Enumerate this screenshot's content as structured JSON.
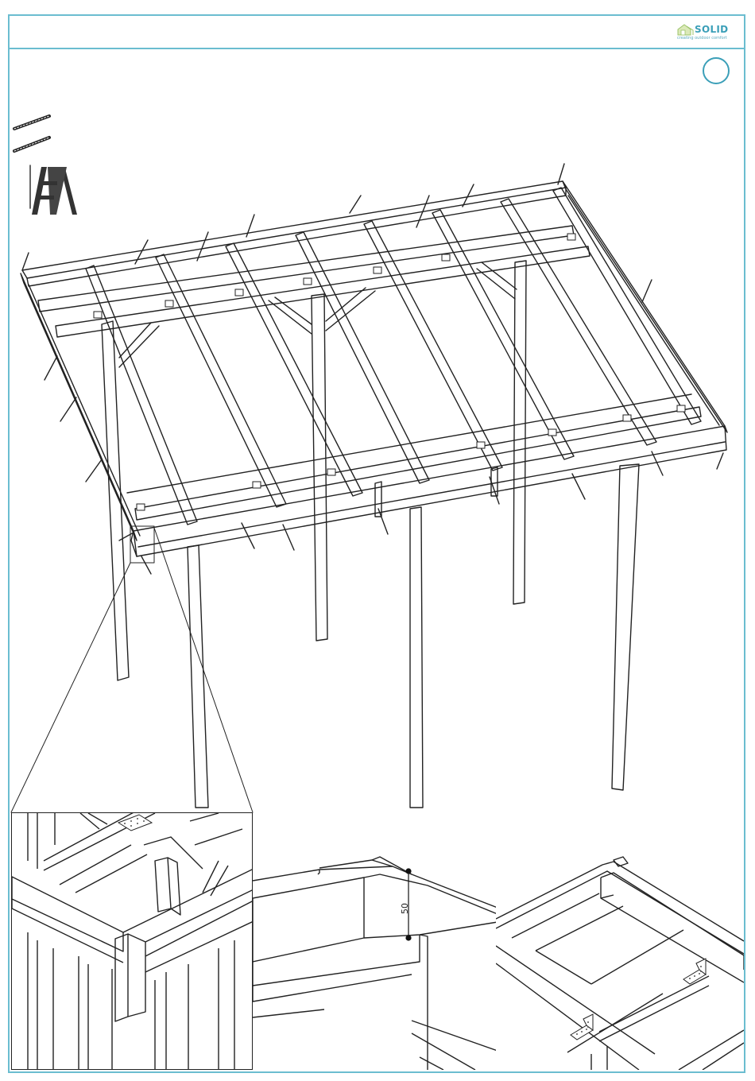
{
  "brand": {
    "name": "SOLID",
    "tagline": "creating outdoor comfort",
    "color": "#3b9fb8"
  },
  "frame_color": "#6bbdd0",
  "step_number": "",
  "icons": [
    "screw-icon",
    "screw-icon",
    "ladder-icon"
  ],
  "detail_dimension": "50"
}
